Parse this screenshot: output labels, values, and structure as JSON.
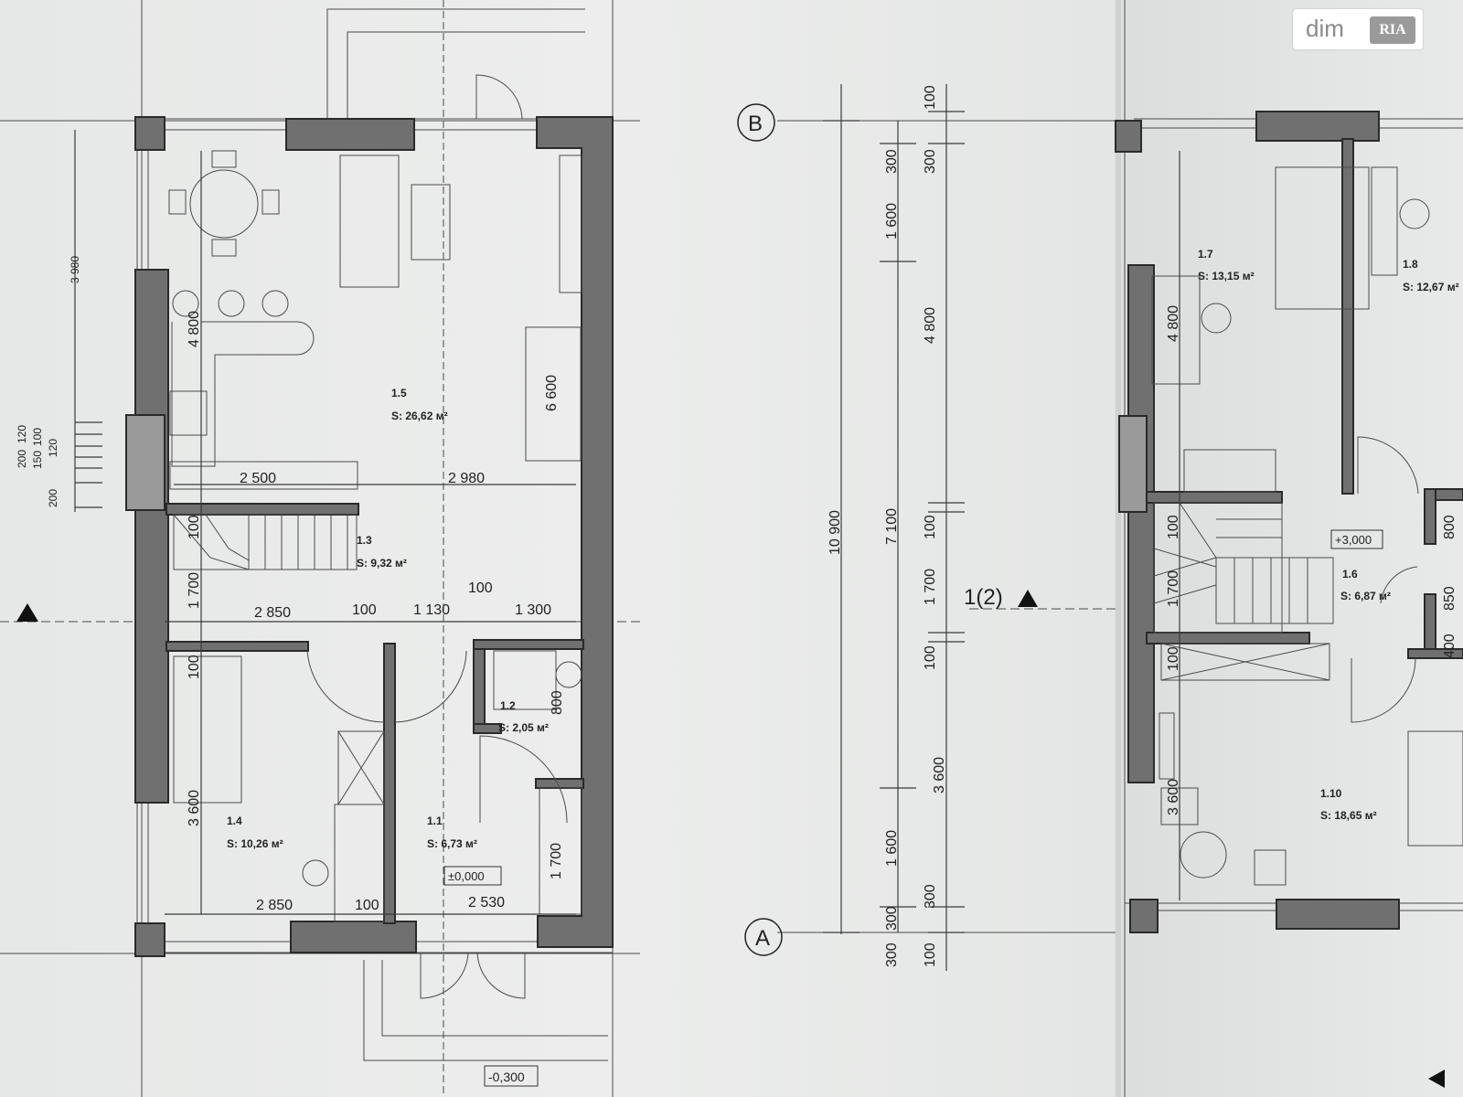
{
  "watermark": {
    "text": "dim",
    "badge": "RIA"
  },
  "axes": {
    "a": "A",
    "b": "B"
  },
  "section_mark": "1(2)",
  "left_plan": {
    "rooms": [
      {
        "no": "1.5",
        "area": "S: 26,62 м²"
      },
      {
        "no": "1.3",
        "area": "S: 9,32 м²"
      },
      {
        "no": "1.2",
        "area": "S: 2,05 м²"
      },
      {
        "no": "1.4",
        "area": "S: 10,26 м²"
      },
      {
        "no": "1.1",
        "area": "S: 6,73 м²"
      }
    ],
    "levels": {
      "floor": "±0,000",
      "ground": "-0,300"
    },
    "dims": {
      "d2500": "2 500",
      "d2980": "2 980",
      "d2850a": "2 850",
      "d100a": "100",
      "d1130": "1 130",
      "d100b": "100",
      "d1300": "1 300",
      "d2850b": "2 850",
      "d100c": "100",
      "d2530": "2 530",
      "v4800": "4 800",
      "v6600": "6 600",
      "v1700": "1 700",
      "v3600": "3 600",
      "v1700b": "1 700",
      "v800": "800",
      "v100a": "100",
      "v100b": "100",
      "v3980": "3 980",
      "s200a": "200",
      "s120a": "120",
      "s150": "150",
      "s100": "100",
      "s120b": "120",
      "s200b": "200"
    }
  },
  "middle_dims": {
    "h10900": "10 900",
    "h7100": "7 100",
    "h1600a": "1 600",
    "h300a": "300",
    "h1600b": "1 600",
    "h300b": "300",
    "h100a": "100",
    "h300c": "300",
    "h4800": "4 800",
    "h100b": "100",
    "h1700": "1 700",
    "h100c": "100",
    "h3600": "3 600",
    "h300d": "300",
    "h300e": "300",
    "h100d": "100"
  },
  "right_plan": {
    "rooms": [
      {
        "no": "1.7",
        "area": "S: 13,15 м²"
      },
      {
        "no": "1.8",
        "area": "S: 12,67 м²"
      },
      {
        "no": "1.6",
        "area": "S: 6,87 м²"
      },
      {
        "no": "1.10",
        "area": "S: 18,65 м²"
      }
    ],
    "level": "+3,000",
    "dims": {
      "v4800": "4 800",
      "v1700": "1 700",
      "v3600": "3 600",
      "v100a": "100",
      "v100b": "100",
      "v800": "800",
      "v850": "850",
      "v400": "400"
    }
  }
}
